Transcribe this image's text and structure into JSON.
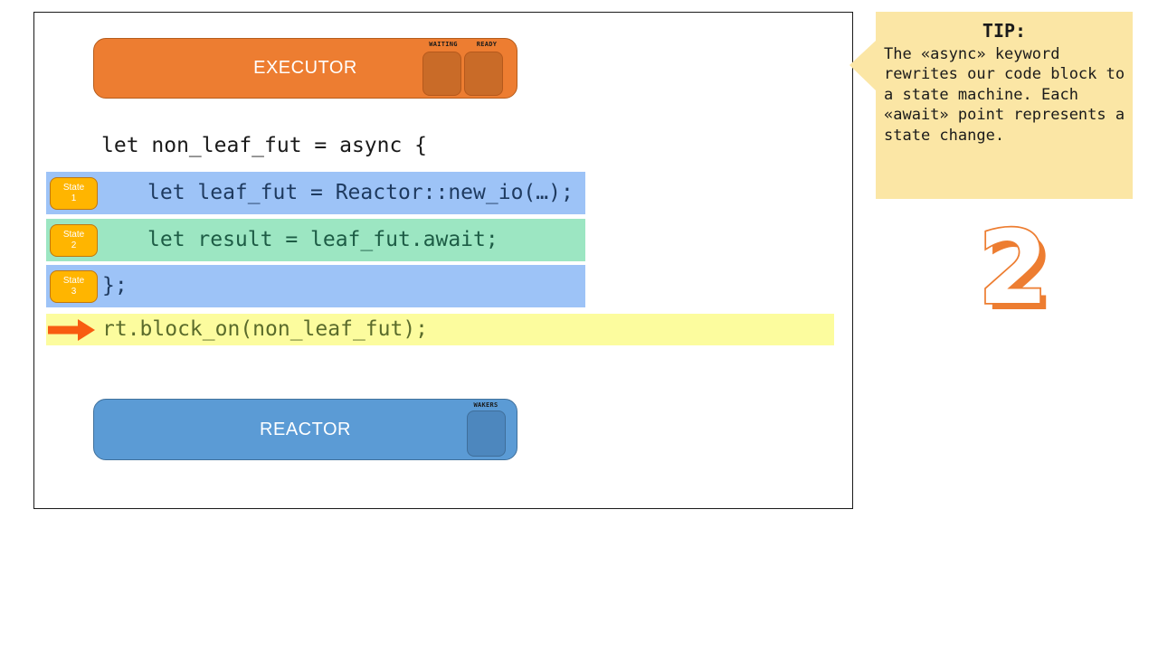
{
  "executor": {
    "title": "EXECUTOR",
    "slots": [
      {
        "label": "WAITING"
      },
      {
        "label": "READY"
      }
    ]
  },
  "reactor": {
    "title": "REACTOR",
    "slots": [
      {
        "label": "WAKERS"
      }
    ]
  },
  "code": {
    "line1": "let non_leaf_fut = async {",
    "rows": [
      {
        "badge_word": "State",
        "badge_num": "1",
        "text": "let leaf_fut = Reactor::new_io(…);"
      },
      {
        "badge_word": "State",
        "badge_num": "2",
        "text": "let result = leaf_fut.await;"
      },
      {
        "badge_word": "State",
        "badge_num": "3",
        "text": "};"
      }
    ],
    "block_on": "rt.block_on(non_leaf_fut);"
  },
  "tip": {
    "title": "TIP:",
    "body": "The «async» keyword rewrites our code block to a state machine. Each «await» point represents a state change."
  },
  "step_number": "2",
  "colors": {
    "executor_orange": "#ED7D31",
    "executor_slot": "#C96B28",
    "reactor_blue": "#5B9BD5",
    "reactor_slot": "#4D87BE",
    "row_blue": "#9DC3F7",
    "row_green": "#9CE6C2",
    "row_yellow": "#FCFC9E",
    "code_navy": "#1E3A5F",
    "code_green": "#1D5C45",
    "code_olive": "#5A6B2B",
    "arrow_orange": "#F85C10",
    "state_badge_amber": "#FFB500",
    "tip_background": "#FBE6A5",
    "step_number_orange": "#ED7D31"
  }
}
